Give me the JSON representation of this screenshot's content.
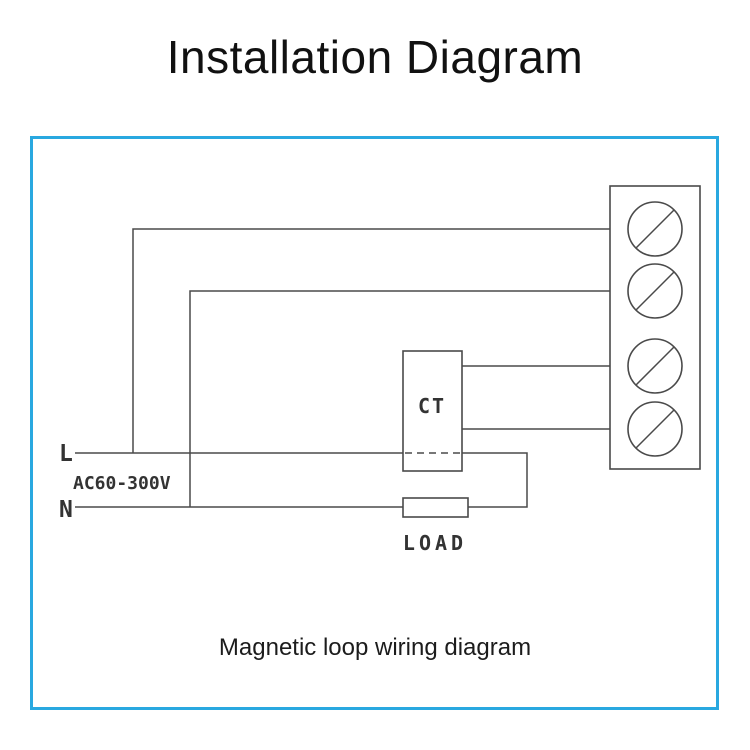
{
  "title": "Installation Diagram",
  "caption": "Magnetic loop wiring diagram",
  "labels": {
    "line": "L",
    "neutral": "N",
    "voltage": "AC60-300V",
    "ct": "CT",
    "load": "LOAD"
  },
  "terminal_block": {
    "screw_count": 4
  },
  "colors": {
    "frame_border": "#29A8E0",
    "diagram_line": "#4a4a4a",
    "text": "#333333"
  }
}
